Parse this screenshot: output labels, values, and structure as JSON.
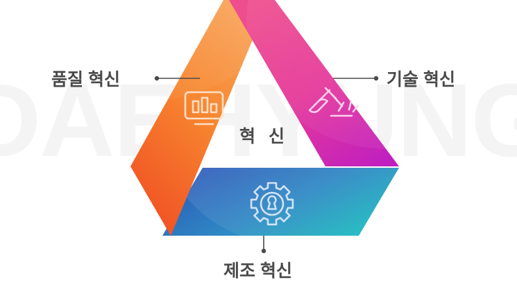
{
  "watermark": {
    "text": "DAEHYUNG",
    "color": "#f4f4f4"
  },
  "diagram": {
    "type": "penrose-triangle-infographic",
    "center_label": "혁 신",
    "bands": [
      {
        "id": "quality",
        "label": "품질 혁신",
        "icon": "monitor-bar-chart-icon",
        "color_start": "#f7941e",
        "color_end": "#f04e23",
        "position": "left"
      },
      {
        "id": "technology",
        "label": "기술 혁신",
        "icon": "welding-torch-icon",
        "color_start": "#ee4d8e",
        "color_end": "#c01fc0",
        "position": "right"
      },
      {
        "id": "manufacturing",
        "label": "제조 혁신",
        "icon": "gear-keyhole-icon",
        "color_start": "#2b57b8",
        "color_end": "#1fbfc0",
        "position": "bottom"
      }
    ],
    "label_text_color": "#4a4a4a",
    "connector_color": "#4a4a4a"
  }
}
